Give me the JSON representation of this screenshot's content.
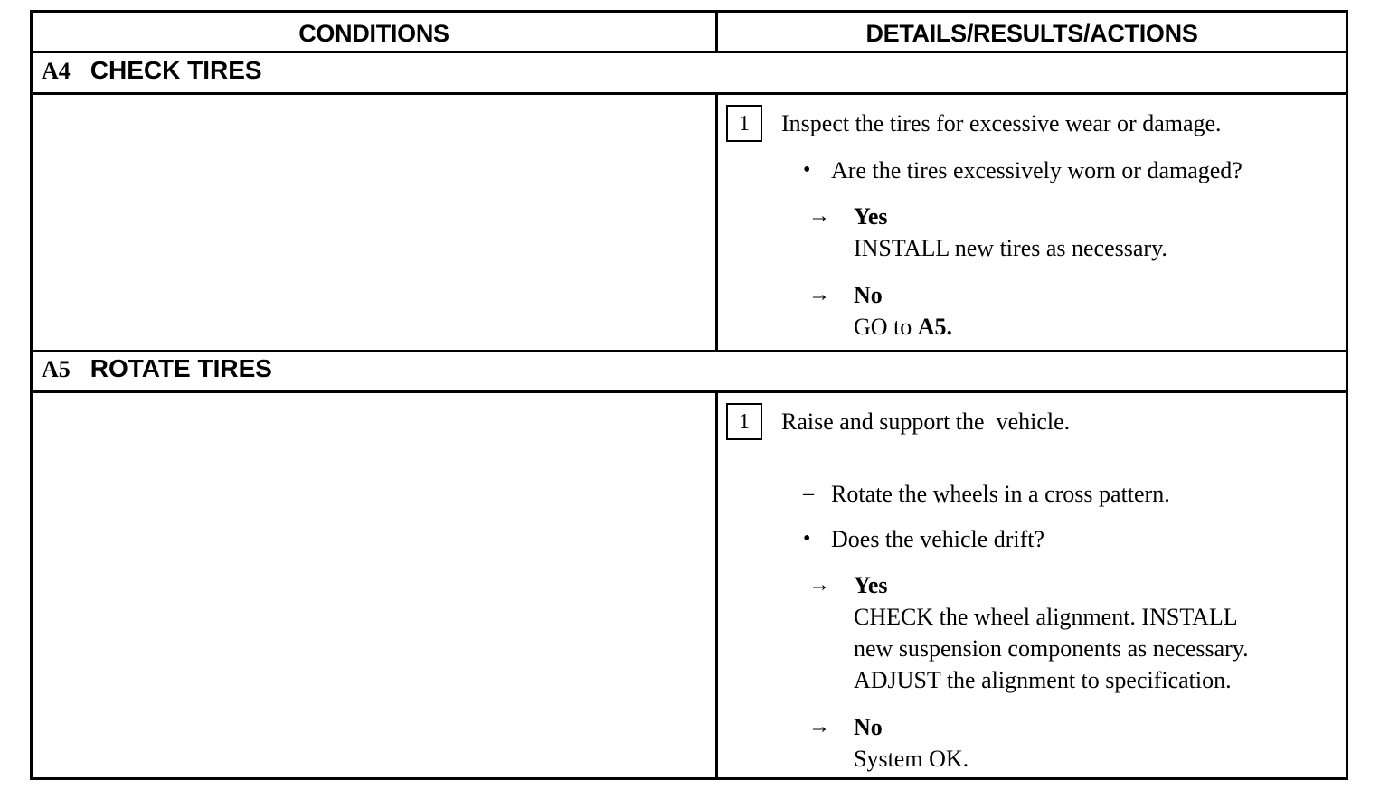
{
  "headers": {
    "conditions": "CONDITIONS",
    "details": "DETAILS/RESULTS/ACTIONS"
  },
  "sections": [
    {
      "id": "A4",
      "title": "CHECK TIRES",
      "step_number": "1",
      "step_text": "Inspect the tires for excessive wear or damage.",
      "question": "Are the tires excessively worn or damaged?",
      "yes_label": "Yes",
      "yes_action": "INSTALL new tires as necessary.",
      "no_label": "No",
      "no_action_prefix": "GO to ",
      "no_action_ref": "A5."
    },
    {
      "id": "A5",
      "title": "ROTATE TIRES",
      "step_number": "1",
      "step_text": "Raise and support the  vehicle.",
      "sub_step": "Rotate the wheels in a cross pattern.",
      "question": "Does the vehicle drift?",
      "yes_label": "Yes",
      "yes_action_lines": [
        "CHECK the wheel alignment. INSTALL",
        "new suspension components as necessary.",
        "ADJUST the alignment to specification."
      ],
      "no_label": "No",
      "no_action": "System OK."
    }
  ],
  "icons": {
    "bullet": "•",
    "dash": "–",
    "arrow": "→"
  }
}
